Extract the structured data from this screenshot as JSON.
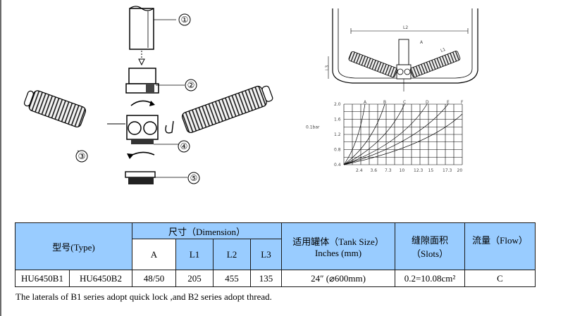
{
  "callouts": [
    "①",
    "②",
    "③",
    "④",
    "⑤"
  ],
  "tank_drawing": {
    "dim_L2": "L2",
    "dim_L3": "L3",
    "dim_L1": "L1",
    "dim_A": "A"
  },
  "flow_chart": {
    "y_ticks": [
      "2.0",
      "1.6",
      "1.2",
      "0.8",
      "0.4"
    ],
    "y_unit": "0.1bar",
    "x_ticks": [
      "2.4",
      "3.6",
      "7.3",
      "10",
      "12.3",
      "15",
      "17.3",
      "20"
    ],
    "curve_labels": [
      "A",
      "B",
      "C",
      "D",
      "E",
      "F"
    ]
  },
  "table": {
    "type_header": "型号(Type)",
    "dimension_header": "尺寸（Dimension）",
    "tank_header_line1": "适用罐体（Tank Size）",
    "tank_header_line2": "Inches (mm)",
    "slots_header_line1": "缝隙面积",
    "slots_header_line2": "（Slots）",
    "flow_header": "流量（Flow）",
    "dim_cols": [
      "A",
      "L1",
      "L2",
      "L3"
    ],
    "row": {
      "type_b1": "HU6450B1",
      "type_b2": "HU6450B2",
      "a": "48/50",
      "l1": "205",
      "l2": "455",
      "l3": "135",
      "tank": "24″ (⌀600mm)",
      "slots": "0.2=10.08cm²",
      "flow": "C"
    }
  },
  "note": "The laterals of B1 series adopt quick lock ,and B2 series adopt thread."
}
